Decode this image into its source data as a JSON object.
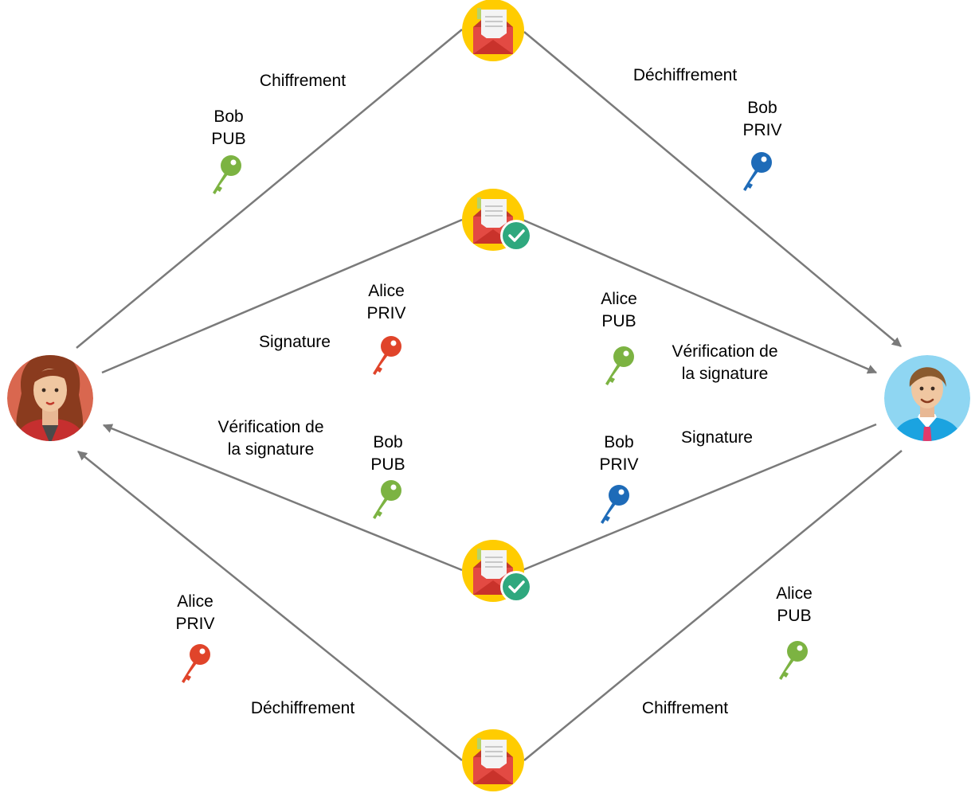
{
  "actors": {
    "alice": {
      "icon": "alice-avatar-icon"
    },
    "bob": {
      "icon": "bob-avatar-icon"
    }
  },
  "operations": {
    "top_left": "Chiffrement",
    "top_right": "Déchiffrement",
    "mid_left": "Signature",
    "mid_right": "Vérification de la signature",
    "mid_right_lines": [
      "Vérification de",
      "la signature"
    ],
    "low_left_lines": [
      "Vérification de",
      "la signature"
    ],
    "low_right": "Signature",
    "bottom_left": "Déchiffrement",
    "bottom_right": "Chiffrement"
  },
  "keys": {
    "k1": {
      "owner": "Bob",
      "type": "PUB",
      "color": "#7cb342"
    },
    "k2": {
      "owner": "Bob",
      "type": "PRIV",
      "color": "#1e6bb8"
    },
    "k3": {
      "owner": "Alice",
      "type": "PRIV",
      "color": "#e0442a"
    },
    "k4": {
      "owner": "Alice",
      "type": "PUB",
      "color": "#7cb342"
    },
    "k5": {
      "owner": "Bob",
      "type": "PUB",
      "color": "#7cb342"
    },
    "k6": {
      "owner": "Bob",
      "type": "PRIV",
      "color": "#1e6bb8"
    },
    "k7": {
      "owner": "Alice",
      "type": "PRIV",
      "color": "#e0442a"
    },
    "k8": {
      "owner": "Alice",
      "type": "PUB",
      "color": "#7cb342"
    }
  },
  "colors": {
    "arrow": "#7a7a7a",
    "envelope_circle": "#ffcc00",
    "envelope": "#e34a43",
    "check_badge": "#2fa87e"
  }
}
